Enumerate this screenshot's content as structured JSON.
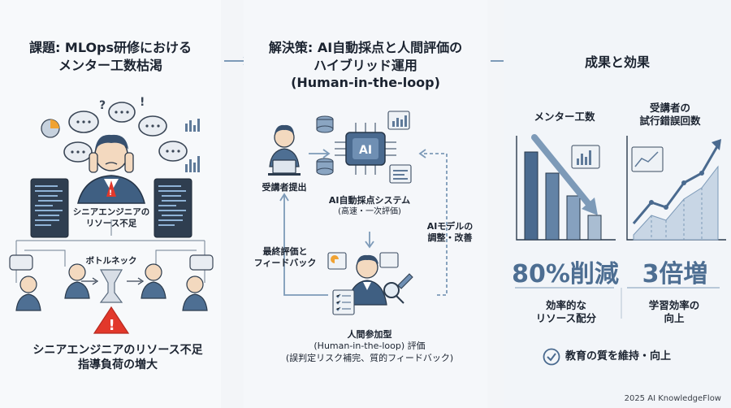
{
  "left": {
    "title_line1": "課題: MLOps研修における",
    "title_line2": "メンター工数枯渇",
    "center_label_1": "シニアエンジニアの",
    "center_label_2": "リソース不足",
    "bottleneck": "ボトルネック",
    "caption_1": "シニアエンジニアのリソース不足",
    "caption_2": "指導負荷の増大"
  },
  "middle": {
    "title_line1": "解決策: AI自動採点と人間評価の",
    "title_line2": "ハイブリッド運用",
    "title_line3": "(Human-in-the-loop)",
    "submit": "受講者提出",
    "ai_label": "AI",
    "ai_system_1": "AI自動採点システム",
    "ai_system_2": "(高速・一次評価)",
    "tune_1": "AIモデルの",
    "tune_2": "調整・改善",
    "feedback_1": "最終評価と",
    "feedback_2": "フィードバック",
    "human_1": "人間参加型",
    "human_2": "(Human-in-the-loop) 評価",
    "human_3": "(誤判定リスク補完、質的フィードバック)"
  },
  "right": {
    "title": "成果と効果",
    "m1_label": "メンター工数",
    "m2_label_1": "受講者の",
    "m2_label_2": "試行錯誤回数",
    "m1_value": "80%削減",
    "m2_value": "3倍増",
    "m1_caption_1": "効率的な",
    "m1_caption_2": "リソース配分",
    "m2_caption_1": "学習効率の",
    "m2_caption_2": "向上",
    "quality": "教育の質を維持・向上"
  },
  "footer": "2025 AI KnowledgeFlow",
  "colors": {
    "accent": "#4d6e92",
    "arrow": "#7d9ab8",
    "warning": "#e2382b"
  }
}
